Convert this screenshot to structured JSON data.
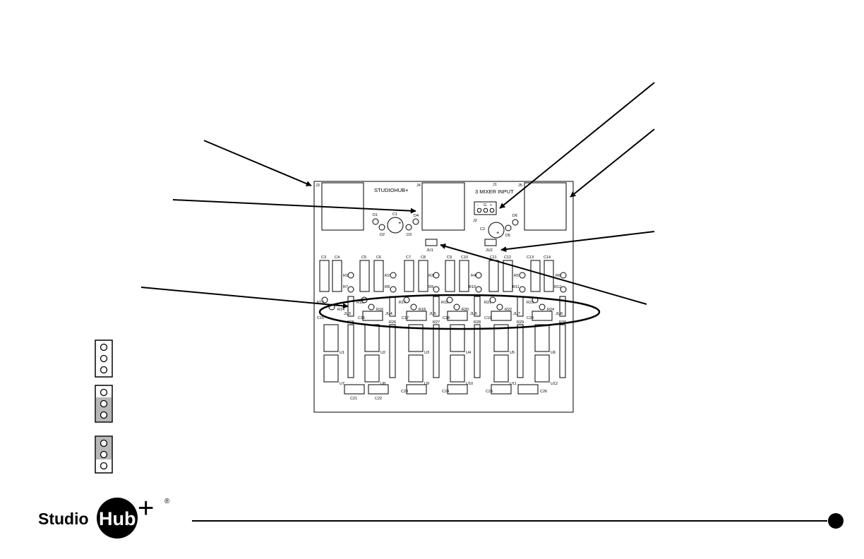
{
  "board": {
    "brand_text": "STUDIOHUB+",
    "input_title": "3 MIXER INPUT",
    "connector_labels": [
      "J3",
      "J4",
      "J1",
      "J5",
      "J2"
    ],
    "terminal_pins": [
      "-",
      "G",
      "+"
    ],
    "jumper_labels": [
      "JU1",
      "JU2"
    ],
    "top_diode_labels": [
      "D1",
      "D2",
      "D3",
      "D4",
      "D5",
      "D6"
    ],
    "top_cap_labels": [
      "C1",
      "C2"
    ],
    "cap_row_labels": [
      "C3",
      "C4",
      "C5",
      "C6",
      "C7",
      "C8",
      "C9",
      "C10",
      "C11",
      "C12",
      "C13",
      "C14"
    ],
    "resistor_row1": [
      "R1",
      "R2",
      "R3",
      "R4",
      "R5",
      "R6"
    ],
    "resistor_row2": [
      "R7",
      "R8",
      "R9",
      "R10",
      "R11",
      "R12"
    ],
    "resistor_pairs": [
      "R13",
      "R14",
      "R15",
      "R16",
      "R17",
      "R18",
      "R19",
      "R20",
      "R21",
      "R22",
      "R23",
      "R24"
    ],
    "jumper_row": [
      "JU3",
      "JU4",
      "JU5",
      "JU6",
      "JU7",
      "JU8"
    ],
    "cap_mid_row": [
      "C15",
      "C16",
      "C17",
      "C18",
      "C19",
      "C20"
    ],
    "resistor_mid_row": [
      "R25",
      "R26",
      "R27",
      "R28",
      "R29",
      "R30"
    ],
    "ic_upper": [
      "U1",
      "U2",
      "U3",
      "U4",
      "U5",
      "U6"
    ],
    "ic_lower": [
      "U7",
      "U8",
      "U9",
      "U10",
      "U11",
      "U12"
    ],
    "bottom_caps": [
      "C21",
      "C22",
      "C23",
      "C24",
      "C25",
      "C26"
    ]
  },
  "jumper_legend": [
    {
      "shaded": "none"
    },
    {
      "shaded": "bottom-two"
    },
    {
      "shaded": "top-two"
    }
  ],
  "footer": {
    "logo_left": "Studio",
    "logo_circle": "Hub",
    "logo_plus": "+",
    "registered": "®"
  },
  "colors": {
    "ink": "#000000",
    "jumper_shade": "#b8b8b8",
    "paper": "#ffffff"
  }
}
